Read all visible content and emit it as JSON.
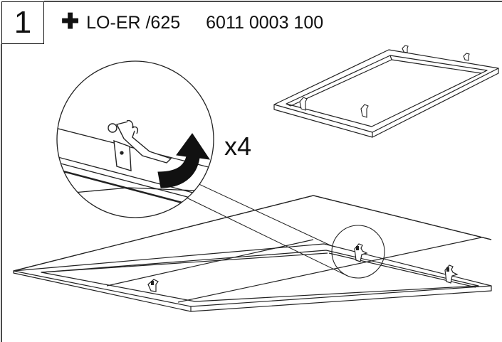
{
  "step": {
    "number": "1"
  },
  "header": {
    "icon": "plus-icon",
    "model": "LO-ER /625",
    "article_code": "6011 0003 100"
  },
  "callout": {
    "multiplier": "x4",
    "icons": [
      "rotate-arrow-icon",
      "spring-clip-icon",
      "magnifier-circle-icon"
    ]
  }
}
